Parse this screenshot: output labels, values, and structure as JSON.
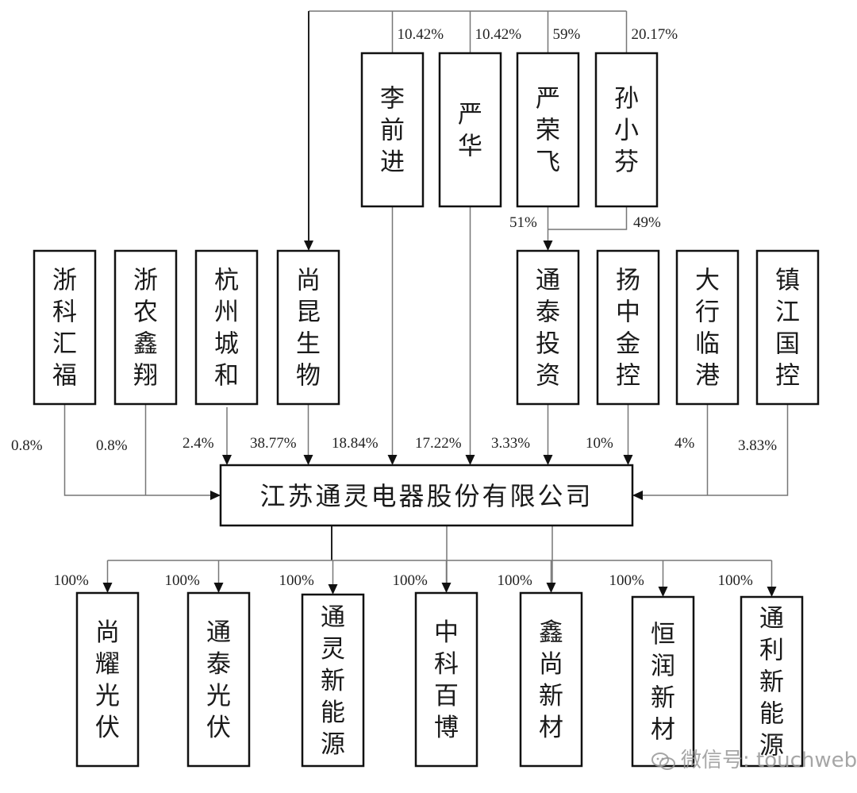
{
  "diagram": {
    "type": "shareholding-structure",
    "main_company": "江苏通灵电器股份有限公司",
    "top_shareholders": [
      {
        "id": "li_qianjin",
        "name": "李前进",
        "pct_in_shangkun": "10.42%",
        "pct_in_main": "18.84%"
      },
      {
        "id": "yan_hua",
        "name": "严华",
        "pct_in_shangkun": "10.42%",
        "pct_in_main": "17.22%"
      },
      {
        "id": "yan_rongfei",
        "name": "严荣飞",
        "pct_in_shangkun": "59%",
        "pct_in_tongtai": "51%"
      },
      {
        "id": "sun_xiaofen",
        "name": "孙小芬",
        "pct_in_shangkun": "20.17%",
        "pct_in_tongtai": "49%"
      }
    ],
    "shareholders": [
      {
        "id": "zhekehuifu",
        "name": "浙科汇福",
        "pct": "0.8%"
      },
      {
        "id": "zhenongxinxiang",
        "name": "浙农鑫翔",
        "pct": "0.8%"
      },
      {
        "id": "hangzhouchenghe",
        "name": "杭州城和",
        "pct": "2.4%"
      },
      {
        "id": "shangkunshengwu",
        "name": "尚昆生物",
        "pct": "38.77%"
      },
      {
        "id": "tongtaitouzi",
        "name": "通泰投资",
        "pct": "3.33%"
      },
      {
        "id": "yangzhongjinkong",
        "name": "扬中金控",
        "pct": "10%"
      },
      {
        "id": "daxinglingang",
        "name": "大行临港",
        "pct": "4%"
      },
      {
        "id": "zhenjiangguokong",
        "name": "镇江国控",
        "pct": "3.83%"
      }
    ],
    "subsidiaries": [
      {
        "id": "shangyaoguangfu",
        "name": "尚耀光伏",
        "pct": "100%"
      },
      {
        "id": "tongtaiguangfu",
        "name": "通泰光伏",
        "pct": "100%"
      },
      {
        "id": "tonglingxinnengyuan",
        "name": "通灵新能源",
        "pct": "100%"
      },
      {
        "id": "zhongkebaibo",
        "name": "中科百博",
        "pct": "100%"
      },
      {
        "id": "xinshangxincai",
        "name": "鑫尚新材",
        "pct": "100%"
      },
      {
        "id": "hengrunxincai",
        "name": "恒润新材",
        "pct": "100%"
      },
      {
        "id": "tonglixinnengyuan",
        "name": "通利新能源",
        "pct": "100%"
      }
    ]
  },
  "watermark": {
    "text": "微信号: touchweb",
    "icon": "wechat-icon"
  }
}
